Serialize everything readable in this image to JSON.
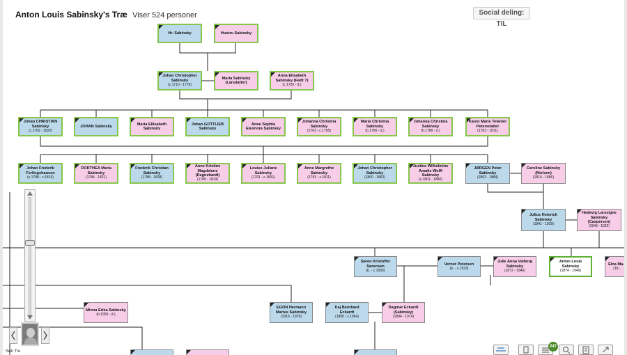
{
  "header": {
    "tree_title": "Anton Louis Sabinsky's Træ",
    "person_count": "Viser 524 personer",
    "share_label": "Social deling: TIL"
  },
  "people": [
    {
      "id": "p1",
      "name": "Hr. Sabinsky",
      "dates": "",
      "sex": "m"
    },
    {
      "id": "p2",
      "name": "Hustru Sabinsky",
      "dates": "",
      "sex": "f"
    },
    {
      "id": "p3",
      "name": "Johan Christopher Sabinsky",
      "dates": "(c.1710 - 1776)",
      "sex": "m"
    },
    {
      "id": "p4",
      "name": "Maria Sabinsky (Larsdatter)",
      "dates": "",
      "sex": "f"
    },
    {
      "id": "p5",
      "name": "Anna Elisabeth Sabinsky (Født ?)",
      "dates": "(c.1720 - d.)",
      "sex": "f"
    },
    {
      "id": "p6",
      "name": "Johan CHRISTIAN Sabinsky",
      "dates": "(c.1762 - 1822)",
      "sex": "m"
    },
    {
      "id": "p7",
      "name": "JOHAN Sabinsky",
      "dates": "",
      "sex": "m"
    },
    {
      "id": "p8",
      "name": "Maria Ellisabeth Sabinsky",
      "dates": "",
      "sex": "f"
    },
    {
      "id": "p9",
      "name": "Johan GOTTLIEB Sabinsky",
      "dates": "",
      "sex": "m"
    },
    {
      "id": "p10",
      "name": "Anne Sophia Eleonora Sabinsky",
      "dates": "",
      "sex": "f"
    },
    {
      "id": "p11",
      "name": "Johanna Christina Sabinsky",
      "dates": "(1763 - c.1765)",
      "sex": "f"
    },
    {
      "id": "p12",
      "name": "Maria Christina Sabinsky",
      "dates": "(b.1766 - d.)",
      "sex": "f"
    },
    {
      "id": "p13",
      "name": "Johanna Christina Sabinsky",
      "dates": "(b.1768 - d.)",
      "sex": "f"
    },
    {
      "id": "p14",
      "name": "Karen Marie Telanier Petersdatter",
      "dates": "(1763 - 1811)",
      "sex": "f"
    },
    {
      "id": "p15",
      "name": "Johan Frederik Ferlingshausen",
      "dates": "(c.1788 - c.1819)",
      "sex": "m"
    },
    {
      "id": "p16",
      "name": "DORTHEA Maria Sabinsky",
      "dates": "(1784 - 1821)",
      "sex": "f"
    },
    {
      "id": "p17",
      "name": "Frederik Christian Sabinsky",
      "dates": "(1788 - 1828)",
      "sex": "m"
    },
    {
      "id": "p18",
      "name": "Anne Kristine Magdelene (Degnehardt)",
      "dates": "(1789 - 1813)",
      "sex": "f"
    },
    {
      "id": "p19",
      "name": "Louise Juliane Sabinsky",
      "dates": "(1791 - c.1831)",
      "sex": "f"
    },
    {
      "id": "p20",
      "name": "Anne Margrethe Sabinsky",
      "dates": "(1793 - c.1811)",
      "sex": "f"
    },
    {
      "id": "p21",
      "name": "Johan Christopher Sabinsky",
      "dates": "(1800 - 1862)",
      "sex": "m"
    },
    {
      "id": "p22",
      "name": "Justine Wilhelmine Amalie Wolff Sabinsky",
      "dates": "(c.1801 - 1880)",
      "sex": "f"
    },
    {
      "id": "p23",
      "name": "JØRGEN Peter Sabinsky",
      "dates": "(1803 - 1884)",
      "sex": "m"
    },
    {
      "id": "p24",
      "name": "Caroline Sabinsky (Nielsen)",
      "dates": "(1810 - 1896)",
      "sex": "f"
    },
    {
      "id": "p25",
      "name": "Julius Heinrich Sabinsky",
      "dates": "(1841 - 1929)",
      "sex": "m"
    },
    {
      "id": "p26",
      "name": "Hedevig Larssigne Sabinsky (Caspersen)",
      "dates": "(1843 - 1922)",
      "sex": "f"
    },
    {
      "id": "p27",
      "name": "Søren Kristoffer Sørensen",
      "dates": "(b. - c.1933)",
      "sex": "m"
    },
    {
      "id": "p28",
      "name": "Verner Petersen",
      "dates": "(b. - c.1923)",
      "sex": "m"
    },
    {
      "id": "p29",
      "name": "Julie Anna Valborg Sabinsky",
      "dates": "(1872 - 1946)",
      "sex": "f"
    },
    {
      "id": "p30",
      "name": "Anton Louis Sabinsky",
      "dates": "(1874 - 1949)",
      "sex": "m"
    },
    {
      "id": "p31",
      "name": "Elna Ma...",
      "dates": "(18...",
      "sex": "f"
    },
    {
      "id": "p32",
      "name": "Minna Erika Sabinsky",
      "dates": "(b.1906 - d.)",
      "sex": "f"
    },
    {
      "id": "p33",
      "name": "EGON Hermann Marius Sabinsky",
      "dates": "(1916 - 1978)",
      "sex": "m"
    },
    {
      "id": "p34",
      "name": "Kaj Bernhard Eckardt",
      "dates": "(1890 - c.1964)",
      "sex": "m"
    },
    {
      "id": "p35",
      "name": "Dagmar Eckardt (Sabinsky)",
      "dates": "(1894 - 1974)",
      "sex": "f"
    }
  ],
  "controls": {
    "zoom_in_icon": "plus-icon",
    "zoom_out_icon": "minus-icon",
    "notification_count": "247",
    "footer_label": "Søn Tre"
  }
}
